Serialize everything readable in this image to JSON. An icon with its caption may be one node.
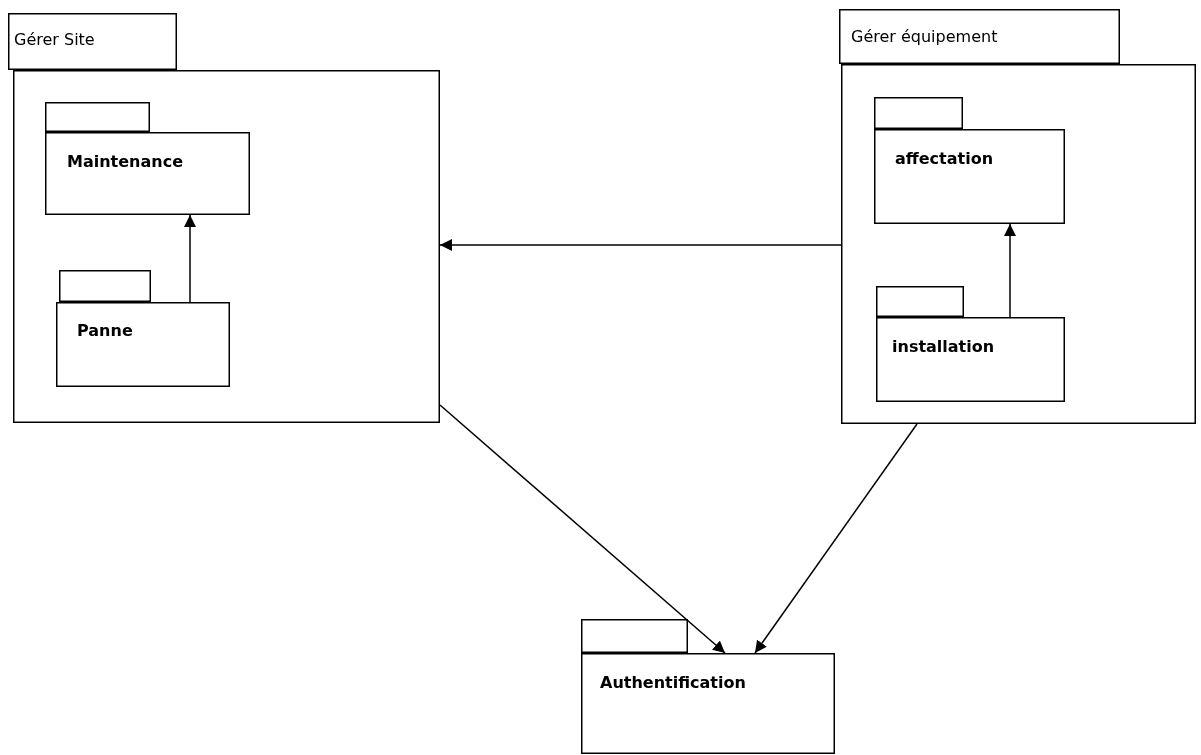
{
  "diagram": {
    "nodes": [
      {
        "text": [
          "Gérer Site"
        ]
      },
      {
        "text": [
          "Maintenance"
        ],
        "in": 0
      },
      {
        "text": [
          "Panne"
        ],
        "in": 0
      },
      {
        "text": [
          "Gérer équipement"
        ]
      },
      {
        "text": [
          "affectation"
        ],
        "in": 3
      },
      {
        "text": [
          "installation"
        ],
        "in": 3
      },
      {
        "text": [
          "Authentification"
        ]
      }
    ],
    "edges": [
      {
        "from": 2,
        "to": 1,
        "arrow": "to"
      },
      {
        "from": 5,
        "to": 4,
        "arrow": "to"
      },
      {
        "from": 3,
        "to": 0,
        "arrow": "to"
      },
      {
        "from": 0,
        "to": 6,
        "arrow": "to"
      },
      {
        "from": 3,
        "to": 6,
        "arrow": "to"
      }
    ]
  }
}
